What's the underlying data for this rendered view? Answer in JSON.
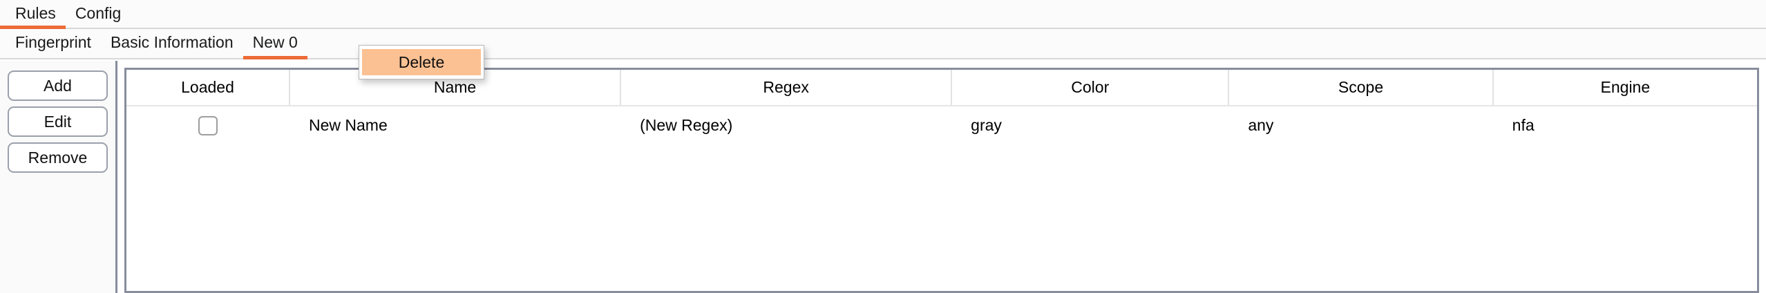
{
  "colors": {
    "accent": "#ED6A36",
    "menu_highlight": "#FBC193",
    "panel_bg": "#FAFAFA",
    "border": "#878D9C"
  },
  "primary_tabs": [
    {
      "label": "Rules",
      "active": true
    },
    {
      "label": "Config",
      "active": false
    }
  ],
  "secondary_tabs": [
    {
      "label": "Fingerprint",
      "active": false
    },
    {
      "label": "Basic Information",
      "active": false
    },
    {
      "label": "New 0",
      "active": true
    }
  ],
  "sidebar": {
    "buttons": [
      {
        "label": "Add"
      },
      {
        "label": "Edit"
      },
      {
        "label": "Remove"
      }
    ]
  },
  "context_menu": {
    "items": [
      {
        "label": "Delete",
        "highlighted": true
      }
    ]
  },
  "table": {
    "columns": [
      "Loaded",
      "Name",
      "Regex",
      "Color",
      "Scope",
      "Engine"
    ],
    "rows": [
      {
        "loaded": false,
        "name": "New Name",
        "regex": "(New Regex)",
        "color": "gray",
        "scope": "any",
        "engine": "nfa"
      }
    ]
  }
}
